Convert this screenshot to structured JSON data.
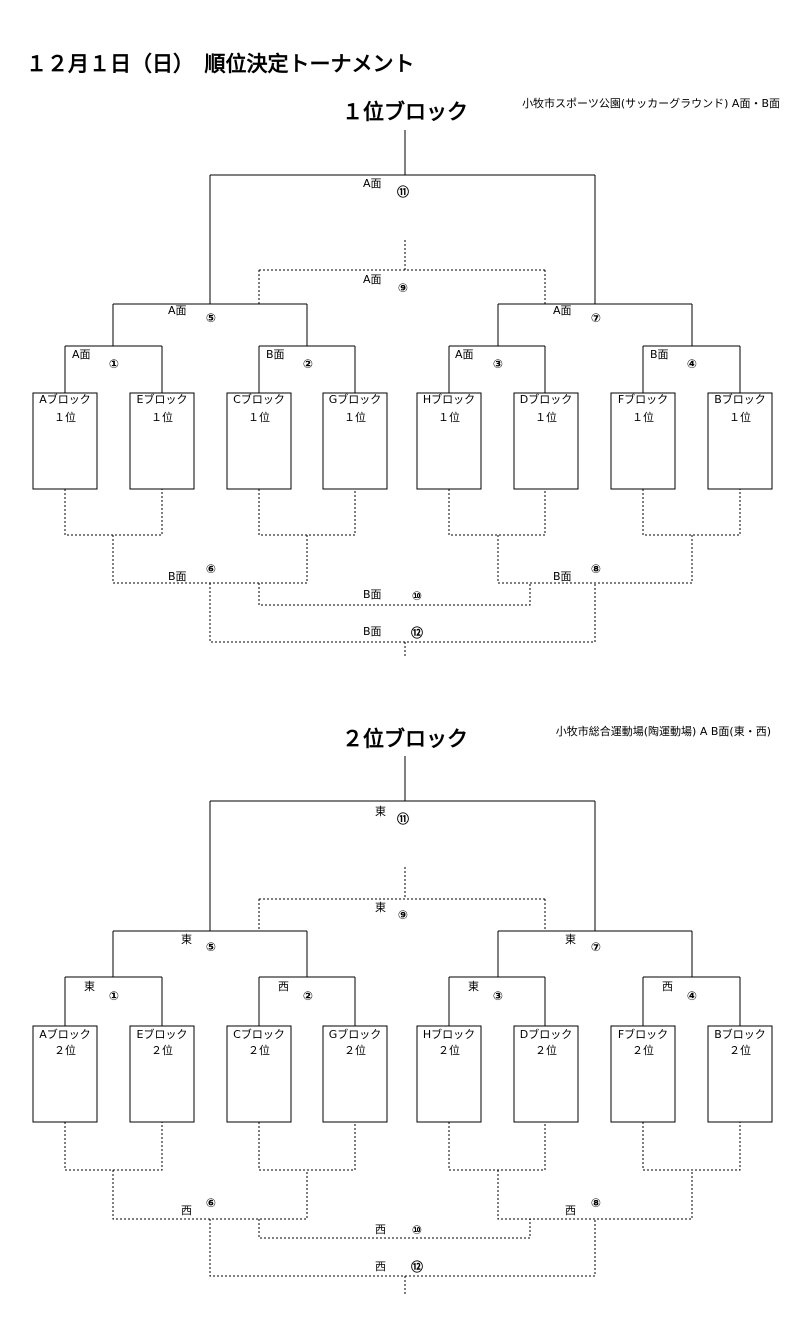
{
  "page_title": "１２月１日（日）　順位決定トーナメント",
  "brackets": [
    {
      "title": "１位ブロック",
      "venue": "小牧市スポーツ公園(サッカーグラウンド)  A面・B面",
      "teams": [
        {
          "block": "Aブロック",
          "rank": "１位"
        },
        {
          "block": "Eブロック",
          "rank": "１位"
        },
        {
          "block": "Cブロック",
          "rank": "１位"
        },
        {
          "block": "Gブロック",
          "rank": "１位"
        },
        {
          "block": "Hブロック",
          "rank": "１位"
        },
        {
          "block": "Dブロック",
          "rank": "１位"
        },
        {
          "block": "Fブロック",
          "rank": "１位"
        },
        {
          "block": "Bブロック",
          "rank": "１位"
        }
      ],
      "matches": [
        {
          "no": "①",
          "court": "A面"
        },
        {
          "no": "②",
          "court": "B面"
        },
        {
          "no": "③",
          "court": "A面"
        },
        {
          "no": "④",
          "court": "B面"
        },
        {
          "no": "⑤",
          "court": "A面"
        },
        {
          "no": "⑦",
          "court": "A面"
        },
        {
          "no": "⑨",
          "court": "A面"
        },
        {
          "no": "⑪",
          "court": "A面"
        },
        {
          "no": "⑥",
          "court": "B面"
        },
        {
          "no": "⑧",
          "court": "B面"
        },
        {
          "no": "⑩",
          "court": "B面"
        },
        {
          "no": "⑫",
          "court": "B面"
        }
      ]
    },
    {
      "title": "２位ブロック",
      "venue": "小牧市総合運動場(陶運動場)  A B面(東・西)",
      "teams": [
        {
          "block": "Aブロック",
          "rank": "２位"
        },
        {
          "block": "Eブロック",
          "rank": "２位"
        },
        {
          "block": "Cブロック",
          "rank": "２位"
        },
        {
          "block": "Gブロック",
          "rank": "２位"
        },
        {
          "block": "Hブロック",
          "rank": "２位"
        },
        {
          "block": "Dブロック",
          "rank": "２位"
        },
        {
          "block": "Fブロック",
          "rank": "２位"
        },
        {
          "block": "Bブロック",
          "rank": "２位"
        }
      ],
      "matches": [
        {
          "no": "①",
          "court": "東"
        },
        {
          "no": "②",
          "court": "西"
        },
        {
          "no": "③",
          "court": "東"
        },
        {
          "no": "④",
          "court": "西"
        },
        {
          "no": "⑤",
          "court": "東"
        },
        {
          "no": "⑦",
          "court": "東"
        },
        {
          "no": "⑨",
          "court": "東"
        },
        {
          "no": "⑪",
          "court": "東"
        },
        {
          "no": "⑥",
          "court": "西"
        },
        {
          "no": "⑧",
          "court": "西"
        },
        {
          "no": "⑩",
          "court": "西"
        },
        {
          "no": "⑫",
          "court": "西"
        }
      ]
    }
  ]
}
